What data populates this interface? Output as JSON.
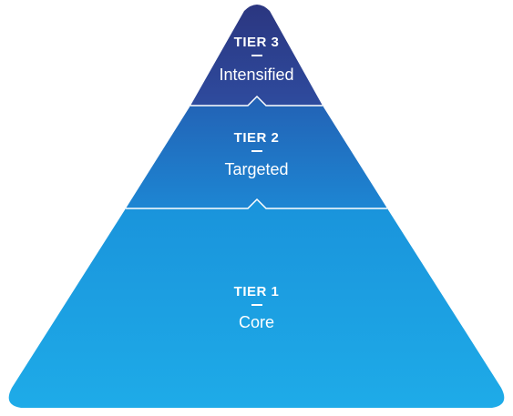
{
  "tiers": [
    {
      "label": "TIER 3",
      "name": "Intensified",
      "color": "#2a3b87"
    },
    {
      "label": "TIER 2",
      "name": "Targeted",
      "color": "#1f78c8"
    },
    {
      "label": "TIER 1",
      "name": "Core",
      "color": "#1ba0e2"
    }
  ]
}
